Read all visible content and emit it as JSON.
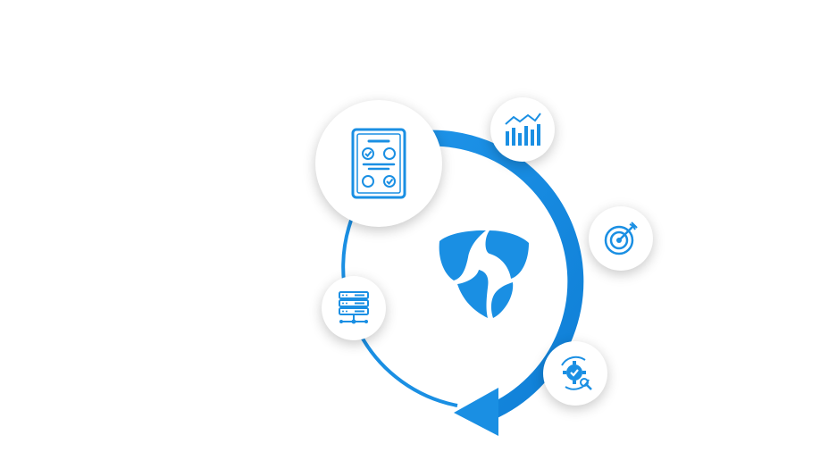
{
  "diagram": {
    "type": "cycle",
    "direction": "clockwise",
    "accent_color": "#1a8fe3",
    "center": {
      "icon": "brand-shield-logo-icon"
    },
    "nodes": [
      {
        "id": "checklist",
        "icon": "checklist-document-icon"
      },
      {
        "id": "analytics",
        "icon": "bar-chart-trend-icon"
      },
      {
        "id": "target",
        "icon": "target-arrow-icon"
      },
      {
        "id": "optimization",
        "icon": "gear-check-magnifier-icon"
      },
      {
        "id": "database",
        "icon": "server-stack-icon"
      }
    ]
  }
}
